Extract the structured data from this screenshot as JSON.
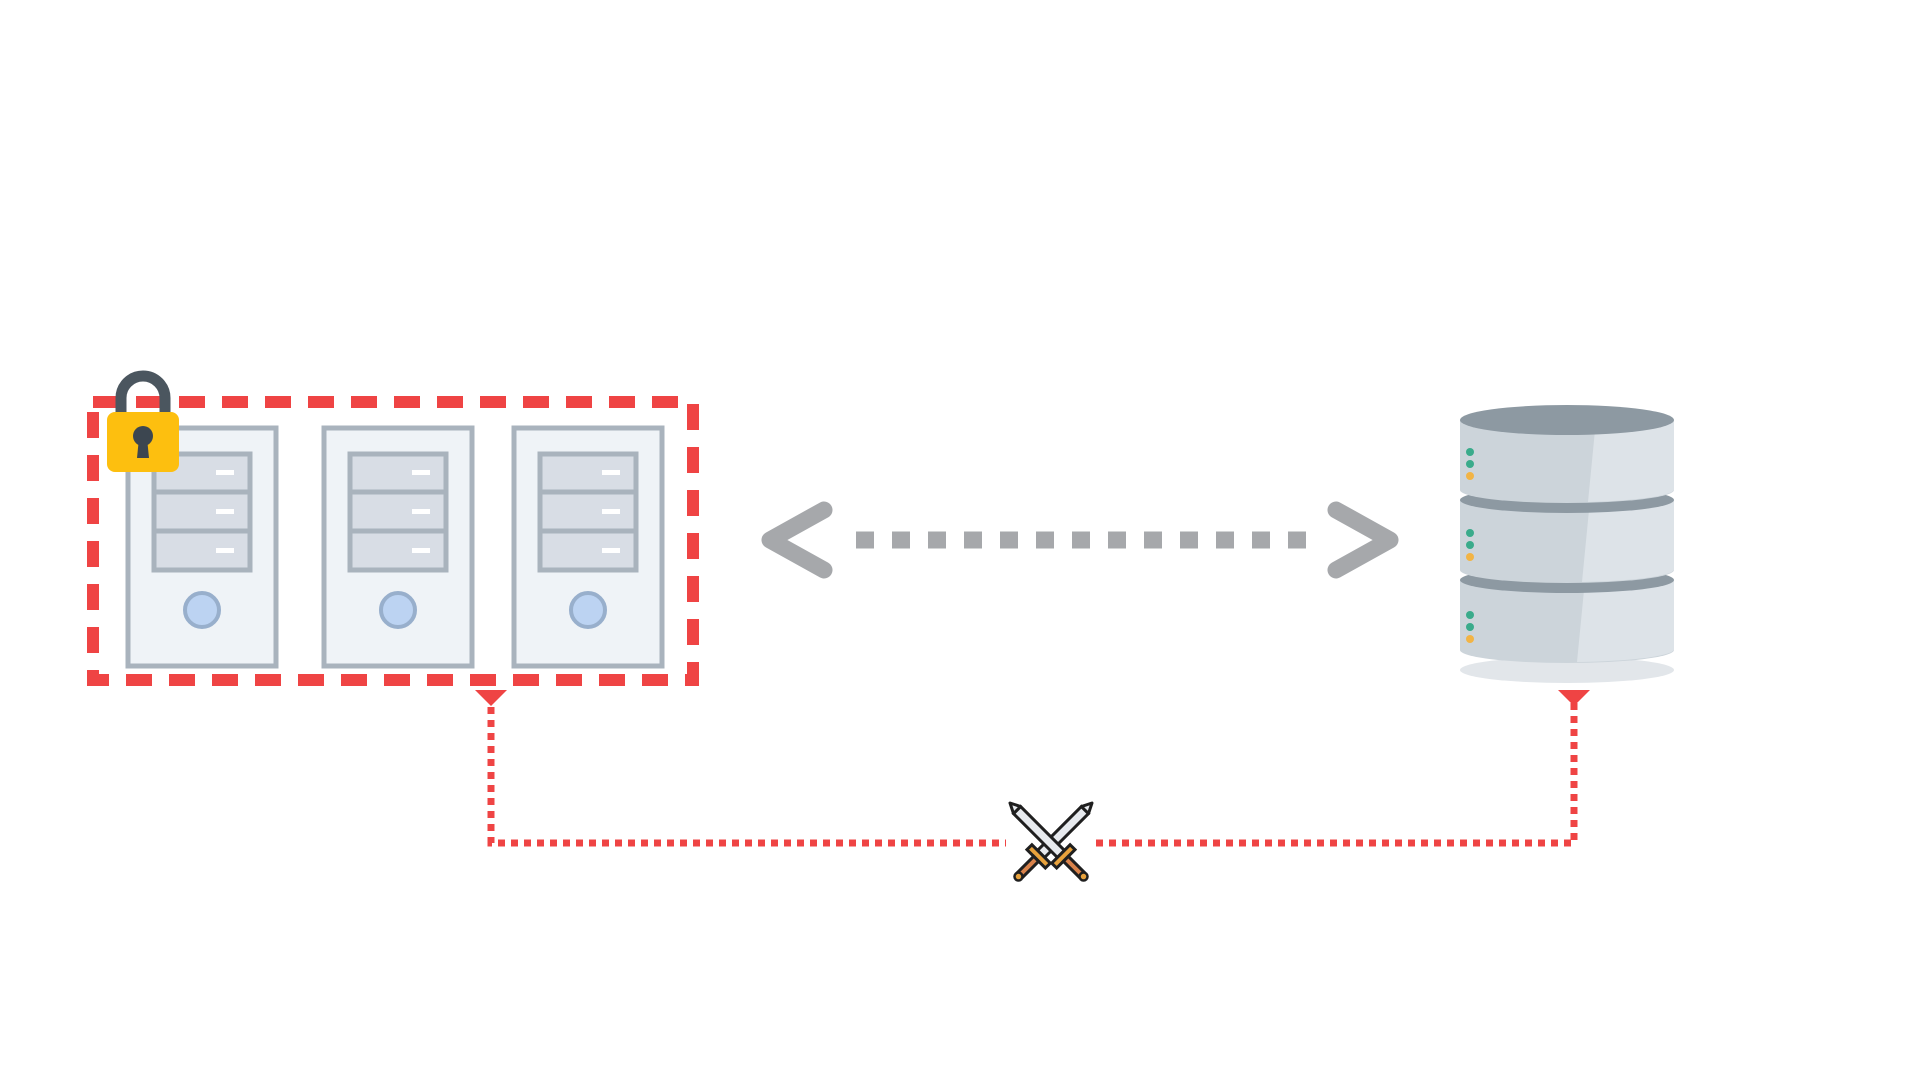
{
  "colors": {
    "background": "#ffffff",
    "accent_red": "#ef4444",
    "arrow_gray": "#a6a8ab",
    "server_fill": "#eff3f7",
    "server_border": "#a9b3bd",
    "drive_fill": "#d8dde5",
    "button_fill": "#bcd3f2",
    "button_border": "#98afcc",
    "lock_body": "#fdbf0f",
    "lock_shackle": "#4b565f",
    "db_top": "#8d99a2",
    "db_body": "#ccd4da",
    "db_shadow": "#e2e6ea",
    "led_green": "#3aab8b",
    "led_orange": "#f2b445"
  },
  "icons": {
    "lock": "padlock-icon",
    "server": "server-tower-icon",
    "database": "database-icon",
    "conflict": "crossed-swords-icon",
    "sync": "bidirectional-arrow-icon"
  },
  "nodes": {
    "server_cluster": {
      "server_count": 3,
      "locked": true
    },
    "database": {
      "disk_count": 3
    }
  },
  "edges": [
    {
      "from": "server_cluster",
      "to": "database",
      "style": "dotted-gray-double-arrow"
    },
    {
      "from": "server_cluster",
      "to": "database",
      "style": "dotted-red-connector",
      "marker": "crossed-swords-icon"
    }
  ]
}
